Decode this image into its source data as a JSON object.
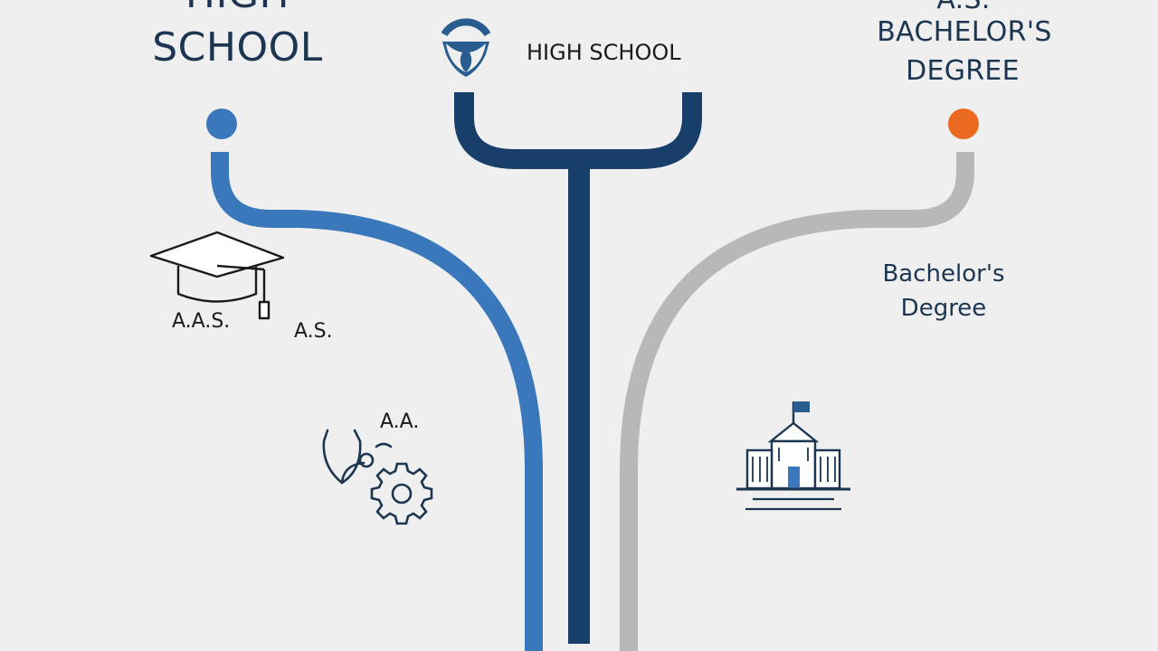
{
  "left_heading": {
    "line1": "HIGH",
    "line2": "SCHOOL"
  },
  "center_heading": "HIGH SCHOOL",
  "right_heading": {
    "line1": "A.S.",
    "line2": "BACHELOR'S",
    "line3": "DEGREE"
  },
  "left_branch_labels": {
    "aas": "A.A.S.",
    "as": "A.S.",
    "aa": "A.A."
  },
  "right_branch_label": {
    "line1": "Bachelor's",
    "line2": "Degree"
  },
  "colors": {
    "background": "#efefef",
    "left_path": "#3a78bb",
    "center_path": "#173f69",
    "right_path": "#b8b8b8",
    "left_node": "#3a78bb",
    "right_node": "#ea6a1f",
    "text": "#1c3550"
  },
  "icons": [
    "logo-icon",
    "graduation-cap-icon",
    "stethoscope-icon",
    "gear-icon",
    "university-building-icon"
  ]
}
